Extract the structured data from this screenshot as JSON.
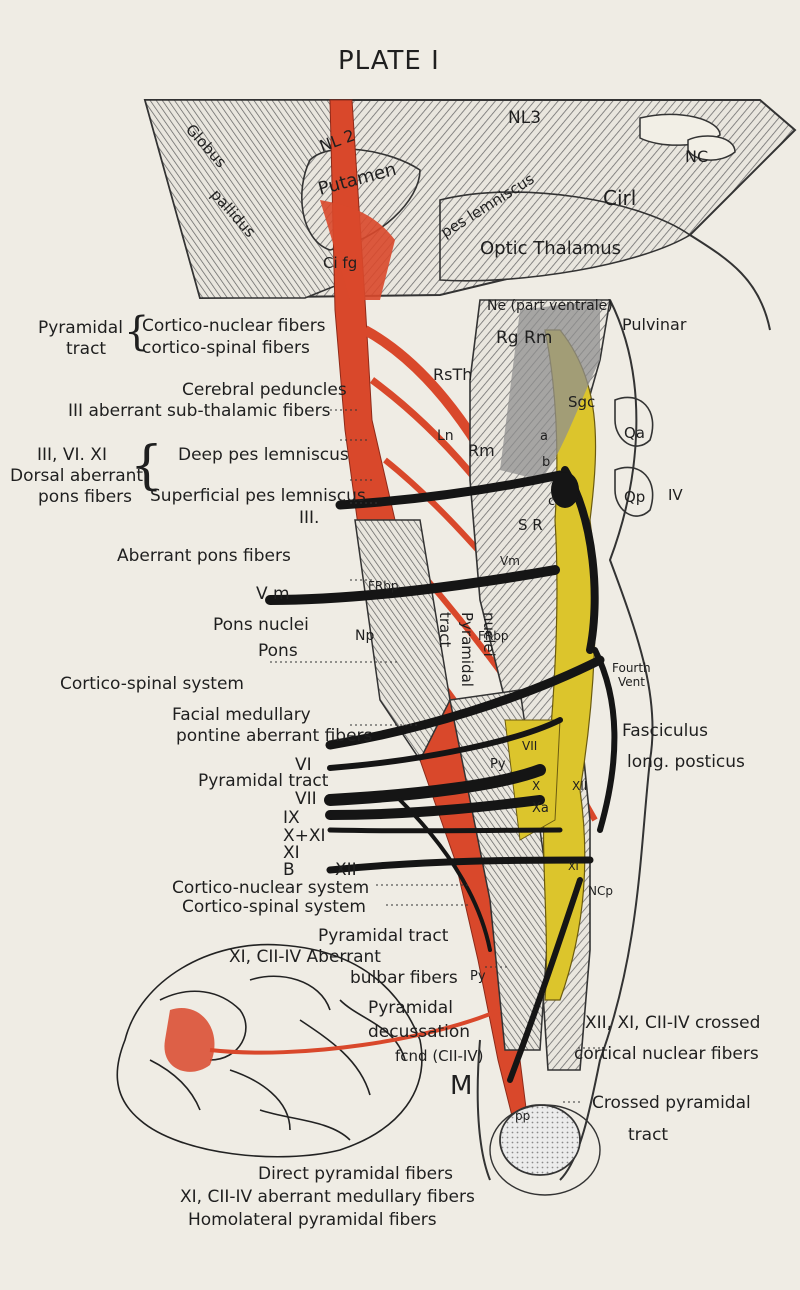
{
  "title": "PLATE I",
  "structures": {
    "nl3": "NL3",
    "nl2": "NL 2",
    "putamen": "Putamen",
    "pes_lemniscus_arc": "pes lemniscus",
    "optic_thalamus": "Optic Thalamus",
    "cirl": "Cirl",
    "nc": "NC",
    "cifgl": "Ci fg",
    "globus_letters": "Globus",
    "pallidus_letters": "pallidus",
    "ne": "Ne (part ventrale)",
    "rg_rm": "Rg Rm",
    "pulvinar": "Pulvinar",
    "rsth": "RsTh",
    "sgc": "Sgc",
    "ln": "Ln",
    "rm": "Rm",
    "a": "a",
    "b": "b",
    "c": "c",
    "sr": "S R",
    "qa": "Qa",
    "qp": "Qp",
    "iv": "IV",
    "np": "Np",
    "frbp": "FRbp",
    "vm_small": "Vm",
    "frbp2": "FRbp",
    "vertical_1": "tract",
    "vertical_2": "Pyramidal",
    "vertical_3": "nuclei",
    "fourth_vent_1": "Fourth",
    "fourth_vent_2": "Vent",
    "vii": "VII",
    "py": "Py",
    "x": "X",
    "xa": "Xa",
    "xii": "XII",
    "xi_small": "XI",
    "ncp": "NCp",
    "py2": "Py",
    "m": "M",
    "pp": "pp"
  },
  "labels": {
    "pyramidal_tract_1": "Pyramidal",
    "pyramidal_tract_2": "tract",
    "cortico_nuclear_fibers": "Cortico-nuclear fibers",
    "cortico_spinal_fibers": "cortico-spinal fibers",
    "cerebral_peduncles": "Cerebral peduncles",
    "iii_aberrant": "III aberrant sub-thalamic fibers",
    "iii_vi_xi": "III, VI. XI",
    "dorsal_aberrant": "Dorsal aberrant",
    "pons_fibers": "pons fibers",
    "deep_pes": "Deep pes lemniscus",
    "superficial_pes": "Superficial pes lemniscus",
    "iii_small": "III.",
    "aberrant_pons": "Aberrant pons fibers",
    "vm": "V m",
    "pons_nuclei": "Pons nuclei",
    "pons": "Pons",
    "cortico_spinal_system_1": "Cortico-spinal system",
    "facial_medullary": "Facial medullary",
    "pontine_aberrant": "pontine aberrant fibers",
    "vi": "VI",
    "pyramidal_tract_3": "Pyramidal tract",
    "vii": "VII",
    "ix": "IX",
    "x_xi": "X+XI",
    "xi": "XI",
    "b_xii": "B",
    "xii": "XII",
    "cortico_nuclear_system": "Cortico-nuclear system",
    "cortico_spinal_system_2": "Cortico-spinal system",
    "pyramidal_tract_4": "Pyramidal tract",
    "xi_cii_iv": "XI, CII-IV Aberrant",
    "bulbar_fibers": "bulbar fibers",
    "pyramidal": "Pyramidal",
    "decussation": "decussation",
    "fcnd": "fcnd (CII-IV)",
    "m_letter": "M",
    "direct_pyramidal": "Direct pyramidal fibers",
    "xi_cii_iv_aberrant": "XI, CII-IV aberrant medullary fibers",
    "homolateral": "Homolateral pyramidal fibers",
    "fasciculus": "Fasciculus",
    "long_posticus": "long. posticus",
    "xii_xi_crossed": "XII, XI, CII-IV crossed",
    "cortical_nuclear": "cortical nuclear fibers",
    "crossed_pyramidal": "Crossed pyramidal",
    "tract": "tract"
  },
  "colors": {
    "background": "#efece4",
    "red_tract": "#d9482b",
    "yellow_nuclei": "#dcc52c",
    "gray_hatch": "#7a7a7a",
    "black_fibers": "#1a1a1a"
  }
}
